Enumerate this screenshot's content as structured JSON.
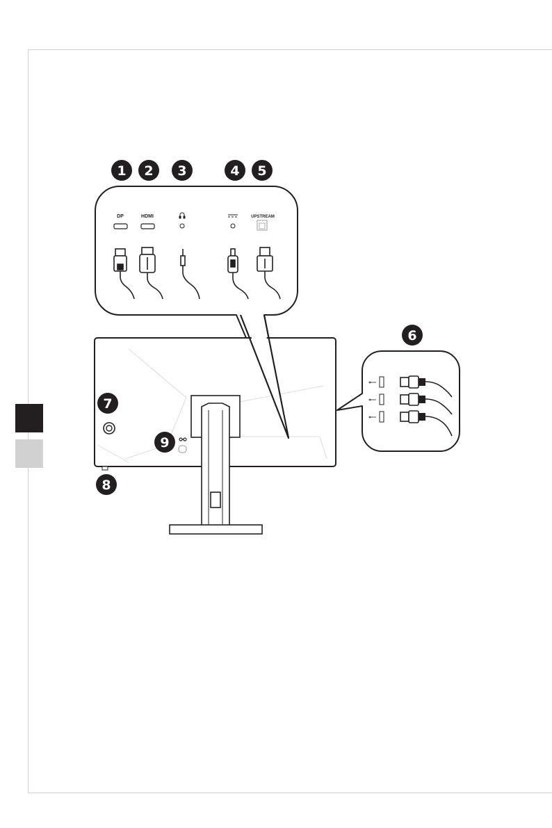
{
  "callouts": [
    "1",
    "2",
    "3",
    "4",
    "5",
    "6",
    "7",
    "8",
    "9"
  ],
  "port_labels": {
    "dp": "DP",
    "hdmi": "HDMI",
    "upstream": "UPSTREAM"
  },
  "icons": {
    "headphone": "headphone-icon",
    "dc_power": "dc-power-icon",
    "usb": "usb-icon",
    "kensington": "kensington-lock-icon"
  },
  "colors": {
    "ink": "#231f20",
    "line_light": "#d9d9d9",
    "tab_dark": "#231f20",
    "tab_light": "#d1d1d1"
  }
}
